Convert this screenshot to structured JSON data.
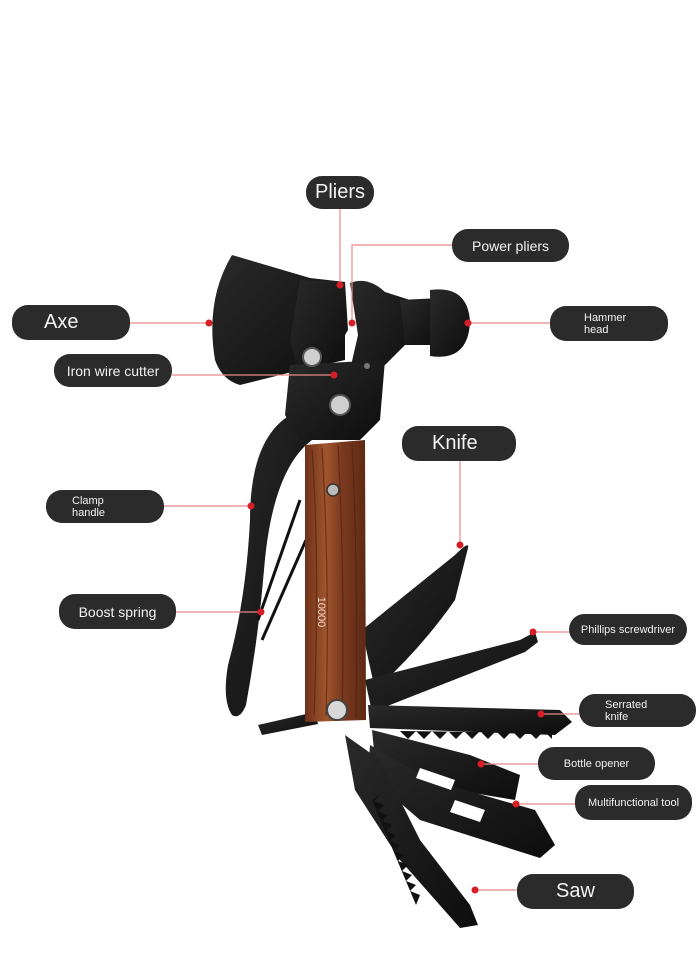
{
  "diagram": {
    "callouts": [
      {
        "id": "pliers",
        "text": "Pliers"
      },
      {
        "id": "power-pliers",
        "text": "Power pliers"
      },
      {
        "id": "axe",
        "text": "Axe"
      },
      {
        "id": "hammer-head",
        "lines": [
          "Hammer",
          "head"
        ]
      },
      {
        "id": "iron-wire-cutter",
        "text": "Iron wire cutter"
      },
      {
        "id": "knife",
        "text": "Knife"
      },
      {
        "id": "clamp-handle",
        "lines": [
          "Clamp",
          "handle"
        ]
      },
      {
        "id": "boost-spring",
        "text": "Boost spring"
      },
      {
        "id": "phillips-screwdriver",
        "text": "Phillips screwdriver"
      },
      {
        "id": "serrated-knife",
        "lines": [
          "Serrated",
          "knife"
        ]
      },
      {
        "id": "bottle-opener",
        "text": "Bottle opener"
      },
      {
        "id": "multifunctional-tool",
        "text": "Multifunctional tool"
      },
      {
        "id": "saw",
        "text": "Saw"
      }
    ],
    "handle_engraving": "10000",
    "colors": {
      "label_bg": "#2b2b2b",
      "label_text": "#f2f2f2",
      "leader_line": "#e8898c",
      "dot": "#d61e26",
      "tool_metal": "#141414",
      "wood": "#8a4527"
    }
  }
}
